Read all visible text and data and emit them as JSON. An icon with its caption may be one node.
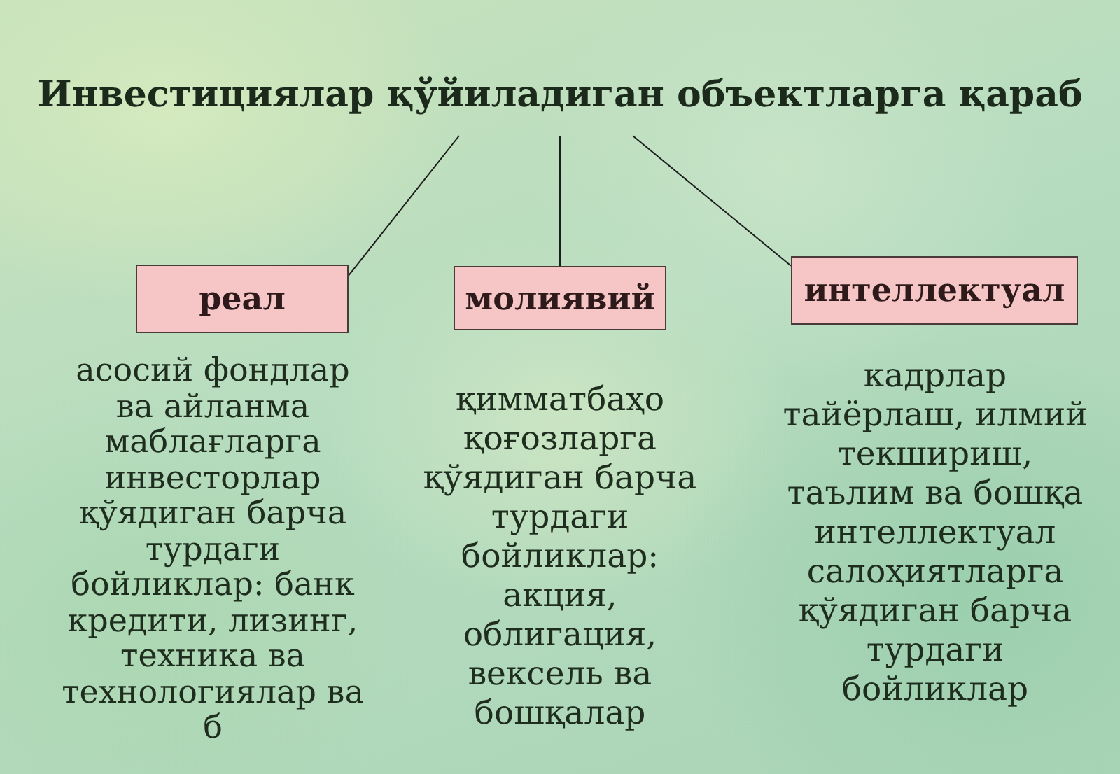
{
  "diagram": {
    "nodes": [
      {
        "text": [
          "Инвестициялар қўйиладиган объектларга қараб"
        ]
      },
      {
        "text": [
          "реал"
        ],
        "beside": [
          "асосий фондлар ва айланма маблағларга инвесторлар қўядиган барча турдаги бойликлар: банк кредити, лизинг, техника ва технологиялар ва б"
        ]
      },
      {
        "text": [
          "молиявий"
        ],
        "beside": [
          "қимматбаҳо қоғозларга қўядиган барча турдаги бойликлар: акция, облигация, вексель ва бошқалар"
        ]
      },
      {
        "text": [
          "интеллектуал"
        ],
        "beside": [
          "кадрлар тайёрлаш, илмий текшириш, таълим ва бошқа интеллектуал салоҳиятларга қўядиган барча турдаги бойликлар"
        ]
      }
    ],
    "edges": [
      {
        "from": 0,
        "to": 1,
        "arrow": "none"
      },
      {
        "from": 0,
        "to": 2,
        "arrow": "none"
      },
      {
        "from": 0,
        "to": 3,
        "arrow": "none"
      }
    ]
  }
}
